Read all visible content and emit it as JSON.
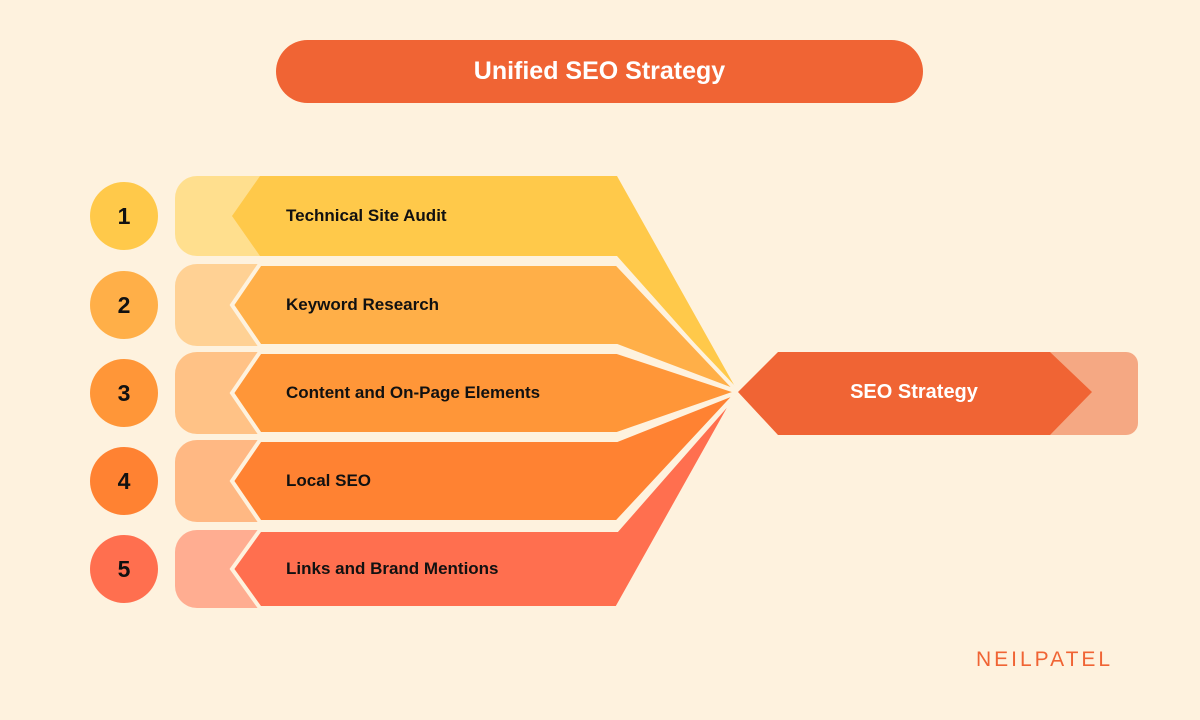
{
  "title": "Unified SEO Strategy",
  "steps": [
    {
      "number": "1",
      "label": "Technical Site Audit",
      "color": "#FFC94A",
      "light": "#FFDF8E"
    },
    {
      "number": "2",
      "label": "Keyword Research",
      "color": "#FFAF48",
      "light": "#FFD194"
    },
    {
      "number": "3",
      "label": "Content and On-Page Elements",
      "color": "#FF9638",
      "light": "#FFC286"
    },
    {
      "number": "4",
      "label": "Local SEO",
      "color": "#FF8232",
      "light": "#FFB883"
    },
    {
      "number": "5",
      "label": "Links and Brand Mentions",
      "color": "#FF6F4F",
      "light": "#FFAD91"
    }
  ],
  "hub": {
    "label": "SEO Strategy",
    "color": "#F06434",
    "light": "#F5A883"
  },
  "logo": "NEILPATEL"
}
